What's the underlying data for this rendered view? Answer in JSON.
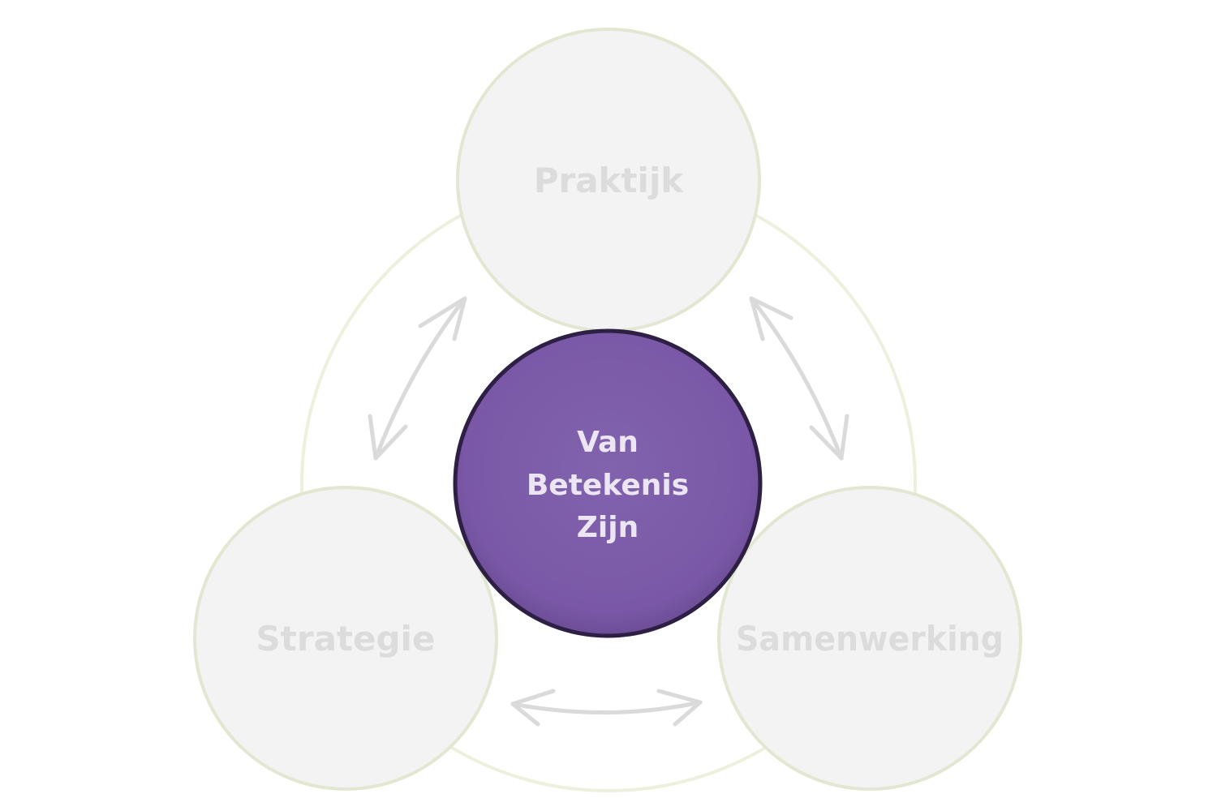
{
  "diagram": {
    "center": {
      "lines": [
        "Van",
        "Betekenis",
        "Zijn"
      ]
    },
    "nodes": {
      "top": {
        "label": "Praktijk"
      },
      "left": {
        "label": "Strategie"
      },
      "right": {
        "label": "Samenwerking"
      }
    },
    "colors": {
      "center_fill": "#7b59a8",
      "center_border": "#2e1f45",
      "node_fill": "#f3f3f3",
      "node_border": "#e1e7d1",
      "ring_border": "#edf0dd",
      "arrow": "#d9d9d9",
      "node_text": "#dcdcdc",
      "center_text": "#ece6f4"
    }
  }
}
